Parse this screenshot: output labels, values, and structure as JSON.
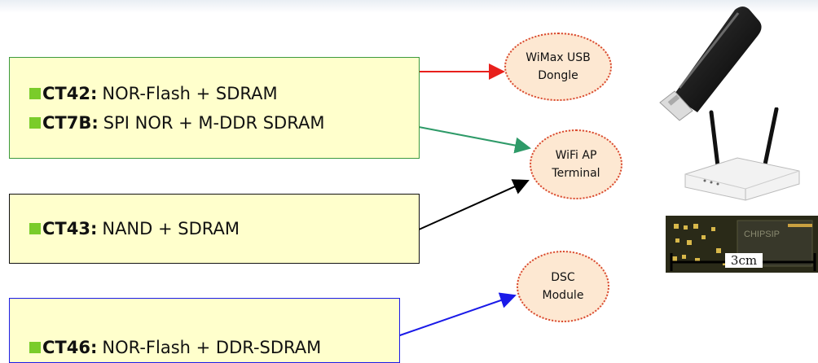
{
  "boxes": [
    {
      "lines": [
        {
          "code": "CT42:",
          "text": "NOR-Flash +  SDRAM"
        },
        {
          "code": "CT7B:",
          "text": "SPI NOR + M-DDR SDRAM"
        }
      ]
    },
    {
      "lines": [
        {
          "code": "CT43:",
          "text": "NAND + SDRAM"
        }
      ]
    },
    {
      "lines": [
        {
          "code": "CT46:",
          "text": "NOR-Flash + DDR-SDRAM"
        }
      ]
    }
  ],
  "bubbles": [
    {
      "line1": "WiMax USB",
      "line2": "Dongle"
    },
    {
      "line1": "WiFi AP",
      "line2": "Terminal"
    },
    {
      "line1": "DSC",
      "line2": "Module"
    }
  ],
  "scale_label": "3cm",
  "colors": {
    "arrow_wimax": "#e8201c",
    "arrow_wifi": "#2e9a68",
    "arrow_nand": "#000000",
    "arrow_dsc": "#1a1ae8",
    "bullet": "#7acc2a",
    "box_fill": "#ffffcc"
  },
  "icons": [
    "usb-dongle-photo",
    "wifi-router-photo",
    "dsc-module-board-photo"
  ]
}
